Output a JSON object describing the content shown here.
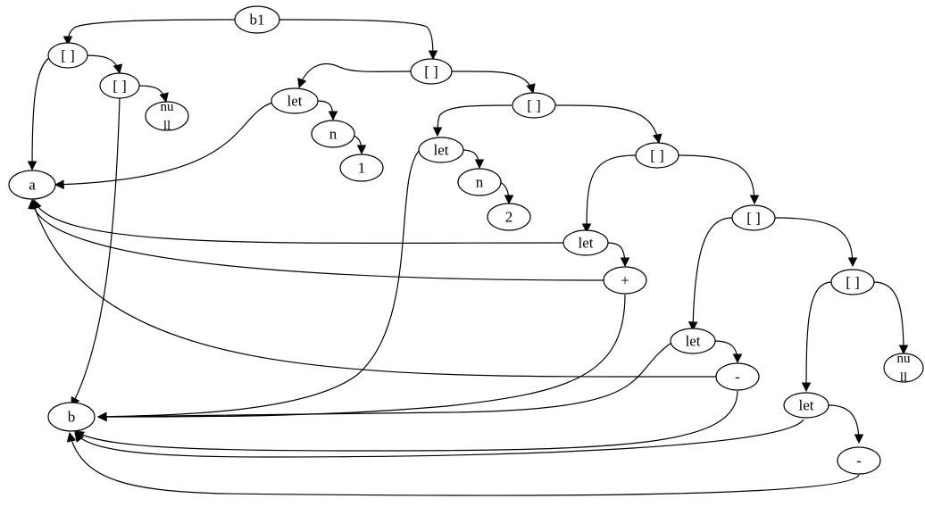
{
  "diagram": {
    "nodes": {
      "b1": "b1",
      "list1": "[ ]",
      "list1b": "[ ]",
      "null1a": "nu",
      "null1b": "ll",
      "a": "a",
      "list2": "[ ]",
      "let1": "let",
      "n1": "n",
      "one": "1",
      "list3": "[ ]",
      "let2": "let",
      "n2": "n",
      "two": "2",
      "list4": "[ ]",
      "let3": "let",
      "plus": "+",
      "list5": "[ ]",
      "let4": "let",
      "minus1": "-",
      "list6": "[ ]",
      "let5": "let",
      "minus2": "-",
      "null2a": "nu",
      "null2b": "ll",
      "b": "b"
    }
  }
}
